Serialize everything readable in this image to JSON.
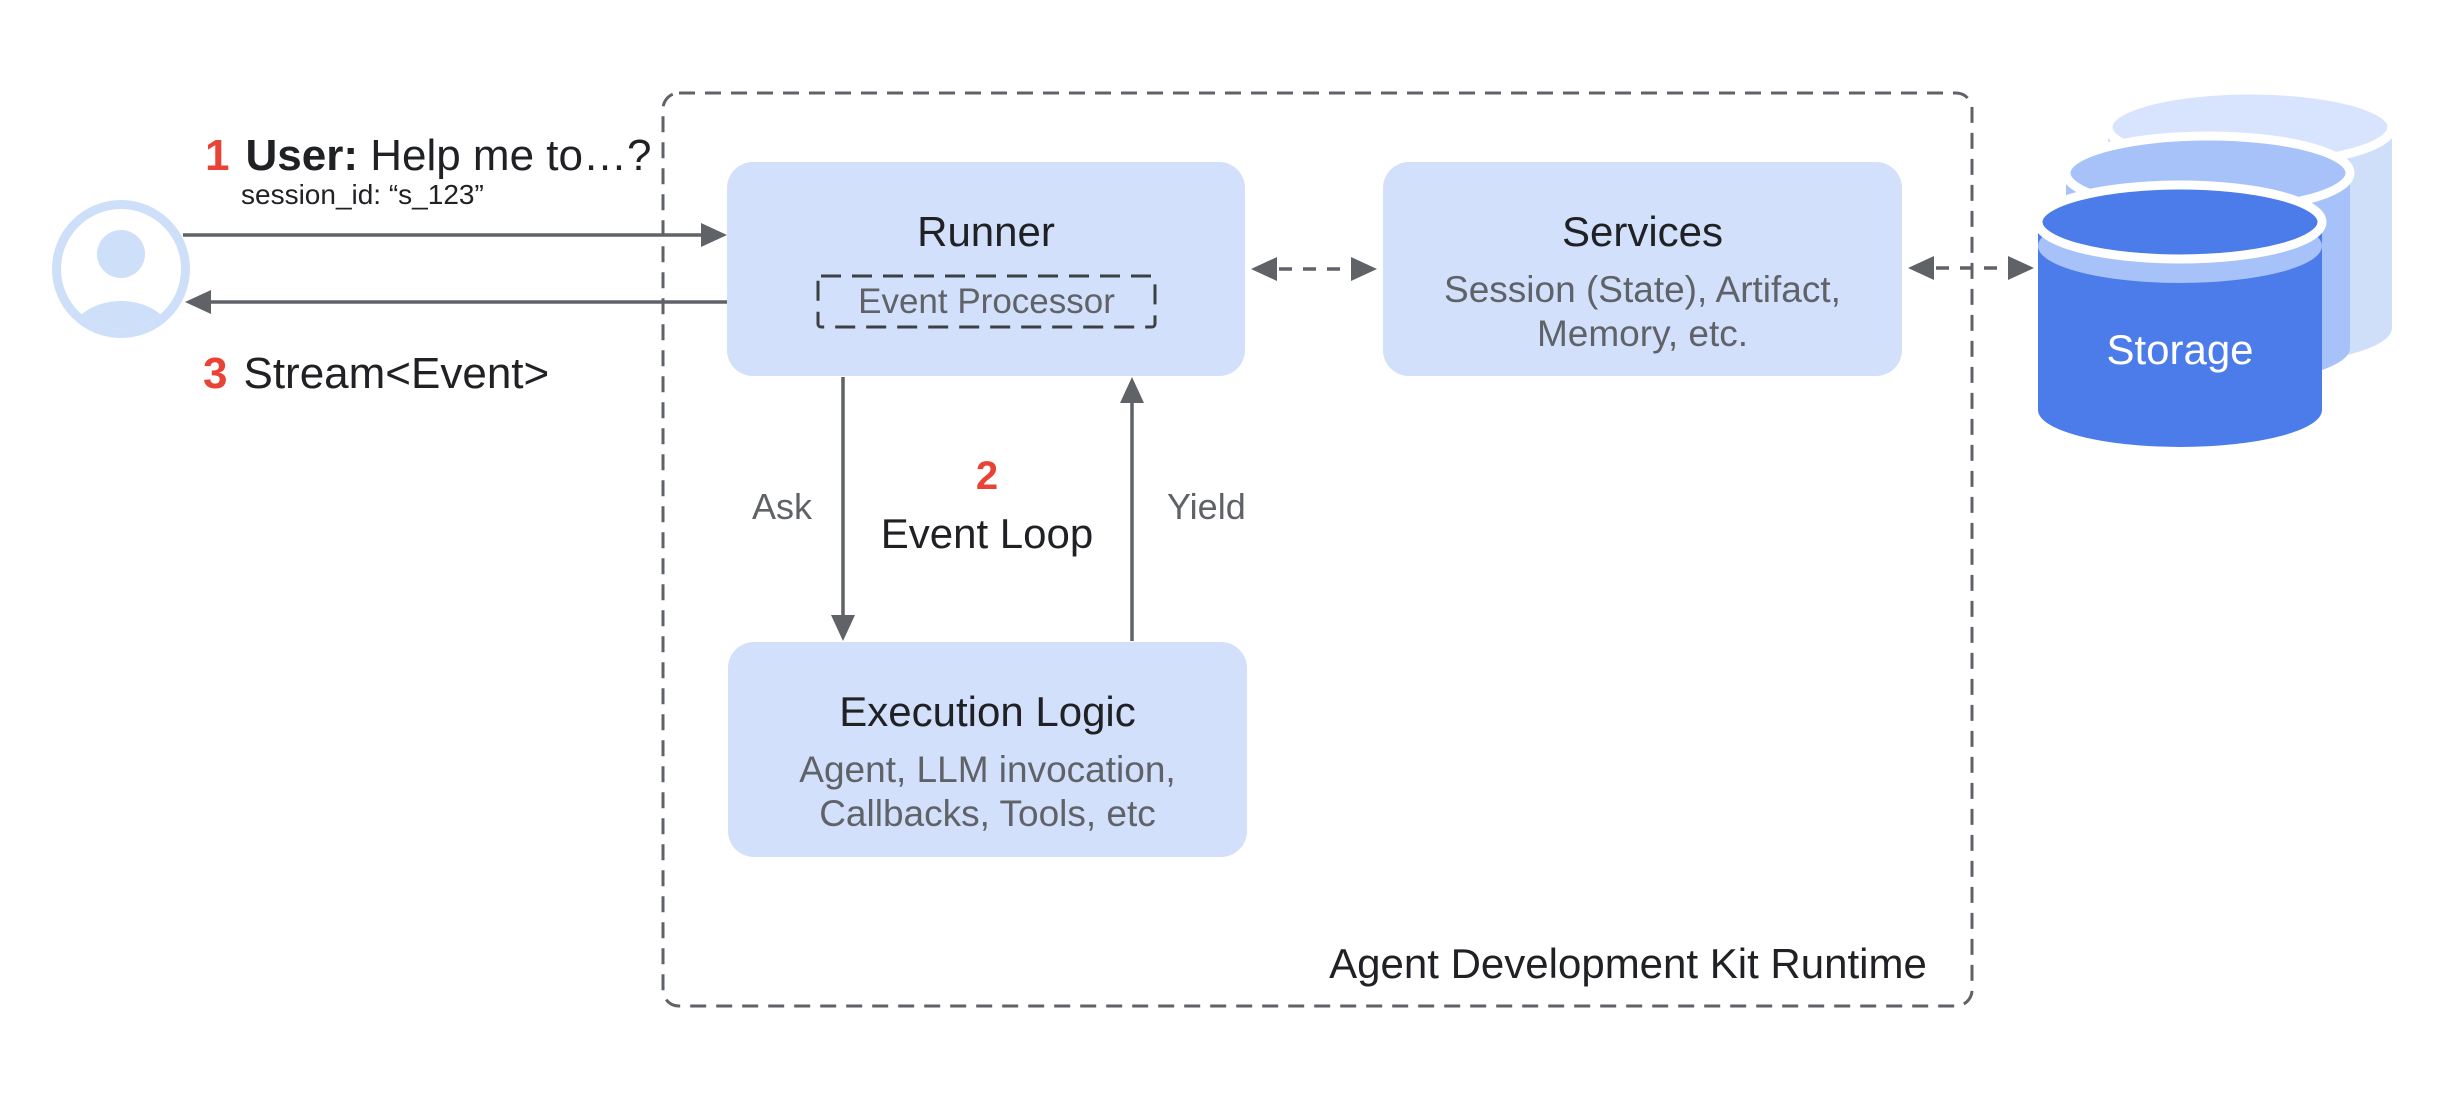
{
  "colors": {
    "accent_red": "#e94335",
    "box_fill": "#d2e0fb",
    "text_dark": "#202124",
    "text_gray": "#5f6368",
    "arrow_gray": "#5f6368",
    "cylinder_front": "#4b7ce9",
    "cylinder_middle": "#a6c2f8",
    "cylinder_back_body": "#cfdef9",
    "cylinder_back_lid": "#d8e4fd",
    "storage_text": "#ffffff"
  },
  "user_flow": {
    "step1_number": "1",
    "step1_bold": "User:",
    "step1_text": "Help me to…?",
    "session_line": "session_id: “s_123”",
    "step3_number": "3",
    "step3_text": "Stream<Event>"
  },
  "runner": {
    "title": "Runner",
    "event_processor": "Event Processor"
  },
  "services": {
    "title": "Services",
    "subtitle": [
      "Session (State), Artifact,",
      "Memory, etc."
    ]
  },
  "execution_logic": {
    "title": "Execution Logic",
    "subtitle": [
      "Agent, LLM invocation,",
      "Callbacks, Tools, etc"
    ]
  },
  "event_loop": {
    "number": "2",
    "label": "Event Loop",
    "ask_label": "Ask",
    "yield_label": "Yield"
  },
  "storage": {
    "label": "Storage"
  },
  "runtime_container": {
    "label": "Agent Development Kit Runtime"
  },
  "icons": {
    "user": "user-avatar-icon",
    "storage": "storage-cylinders-icon",
    "arrows": [
      "arrow-user-request",
      "arrow-stream-events",
      "arrow-ask",
      "arrow-yield",
      "arrow-runner-services",
      "arrow-services-storage"
    ]
  }
}
